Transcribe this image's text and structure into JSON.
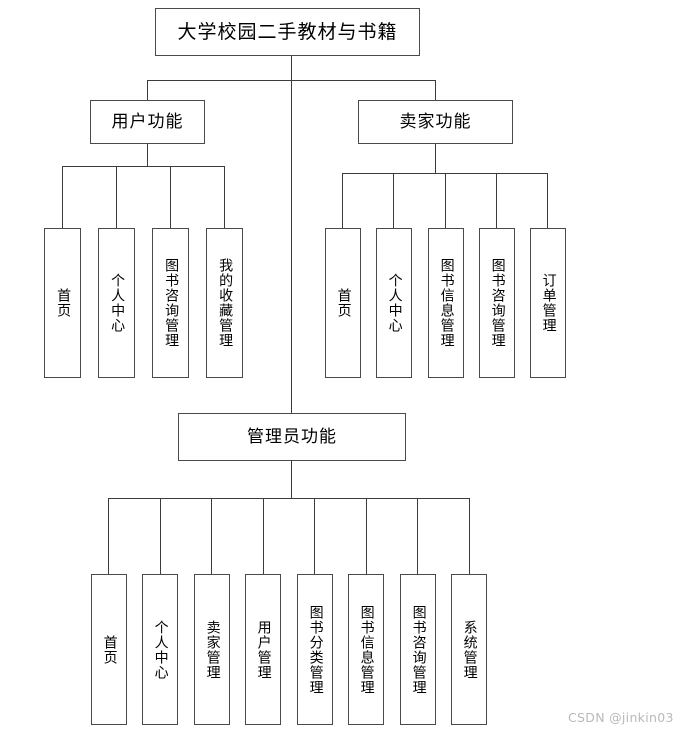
{
  "diagram": {
    "type": "tree",
    "title": "大学校园二手教材与书籍",
    "root": {
      "label": "大学校园二手教材与书籍"
    },
    "branches": [
      {
        "id": "user",
        "label": "用户功能"
      },
      {
        "id": "seller",
        "label": "卖家功能"
      },
      {
        "id": "admin",
        "label": "管理员功能"
      }
    ],
    "user_leaves": [
      {
        "label": "首页"
      },
      {
        "label": "个人中心"
      },
      {
        "label": "图书咨询管理"
      },
      {
        "label": "我的收藏管理"
      }
    ],
    "seller_leaves": [
      {
        "label": "首页"
      },
      {
        "label": "个人中心"
      },
      {
        "label": "图书信息管理"
      },
      {
        "label": "图书咨询管理"
      },
      {
        "label": "订单管理"
      }
    ],
    "admin_leaves": [
      {
        "label": "首页"
      },
      {
        "label": "个人中心"
      },
      {
        "label": "卖家管理"
      },
      {
        "label": "用户管理"
      },
      {
        "label": "图书分类管理"
      },
      {
        "label": "图书信息管理"
      },
      {
        "label": "图书咨询管理"
      },
      {
        "label": "系统管理"
      }
    ],
    "colors": {
      "line": "#3b3b3b",
      "box_border": "#4a4a4a",
      "box_fill": "#ffffff",
      "text": "#000000",
      "watermark": "#b9b9b9"
    }
  },
  "watermark": {
    "text": "CSDN @jinkin03"
  }
}
